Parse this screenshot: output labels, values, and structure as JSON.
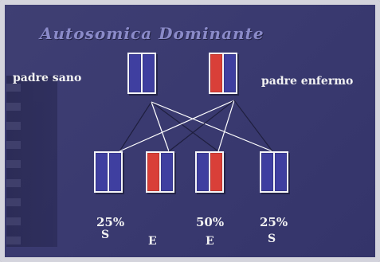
{
  "title": "Autosomica Dominante",
  "labels": {
    "padre_sano": "padre sano",
    "padre_enfermo": "padre enfermo"
  },
  "colors": {
    "background": "#3f3f73",
    "normal_chromosome": "#3f3fa0",
    "affected_chromosome": "#d93f38",
    "text": "#f2f2f2",
    "title": "#8a8ac8"
  },
  "parents": [
    {
      "name": "padre-sano",
      "chromosomes": [
        "normal",
        "normal"
      ]
    },
    {
      "name": "padre-enfermo",
      "chromosomes": [
        "affected",
        "normal"
      ]
    }
  ],
  "offspring": [
    {
      "chromosomes": [
        "normal",
        "normal"
      ],
      "type": "S"
    },
    {
      "chromosomes": [
        "affected",
        "normal"
      ],
      "type": "E"
    },
    {
      "chromosomes": [
        "normal",
        "affected"
      ],
      "type": "E"
    },
    {
      "chromosomes": [
        "normal",
        "normal"
      ],
      "type": "S"
    }
  ],
  "results": {
    "left_percent": "25%",
    "middle_percent": "50%",
    "right_percent": "25%",
    "left_type": "S",
    "middle_left_type": "E",
    "middle_right_type": "E",
    "right_type": "S"
  }
}
